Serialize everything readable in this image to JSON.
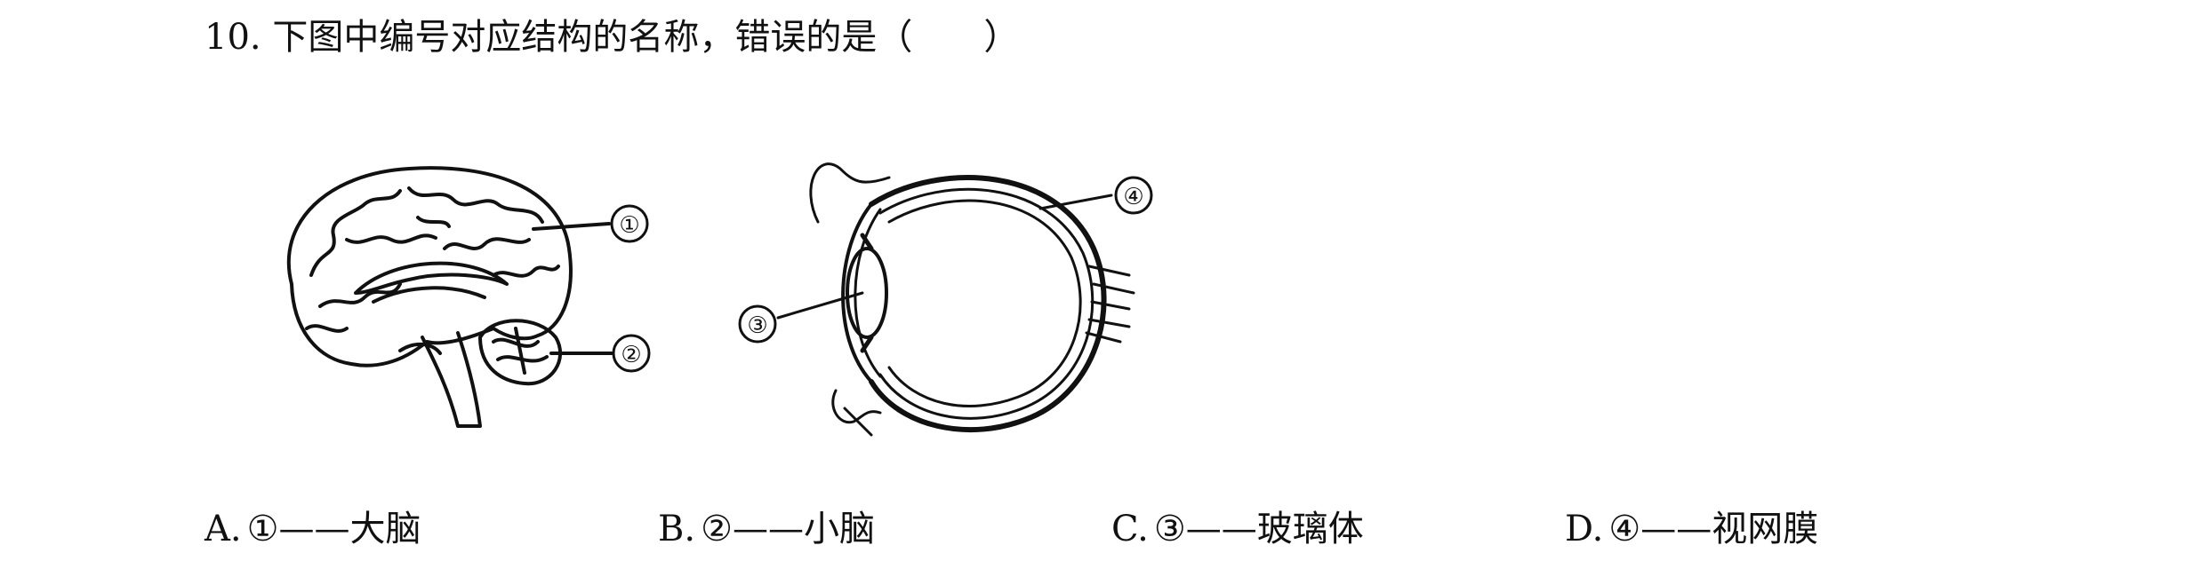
{
  "question": {
    "number": "10.",
    "text": "下图中编号对应结构的名称，错误的是（　　）"
  },
  "figures": {
    "brain": {
      "labels": [
        "①",
        "②"
      ]
    },
    "eye": {
      "labels": [
        "③",
        "④"
      ]
    }
  },
  "options": [
    {
      "letter": "A.",
      "text": "①——大脑"
    },
    {
      "letter": "B.",
      "text": "②——小脑"
    },
    {
      "letter": "C.",
      "text": "③——玻璃体"
    },
    {
      "letter": "D.",
      "text": "④——视网膜"
    }
  ]
}
